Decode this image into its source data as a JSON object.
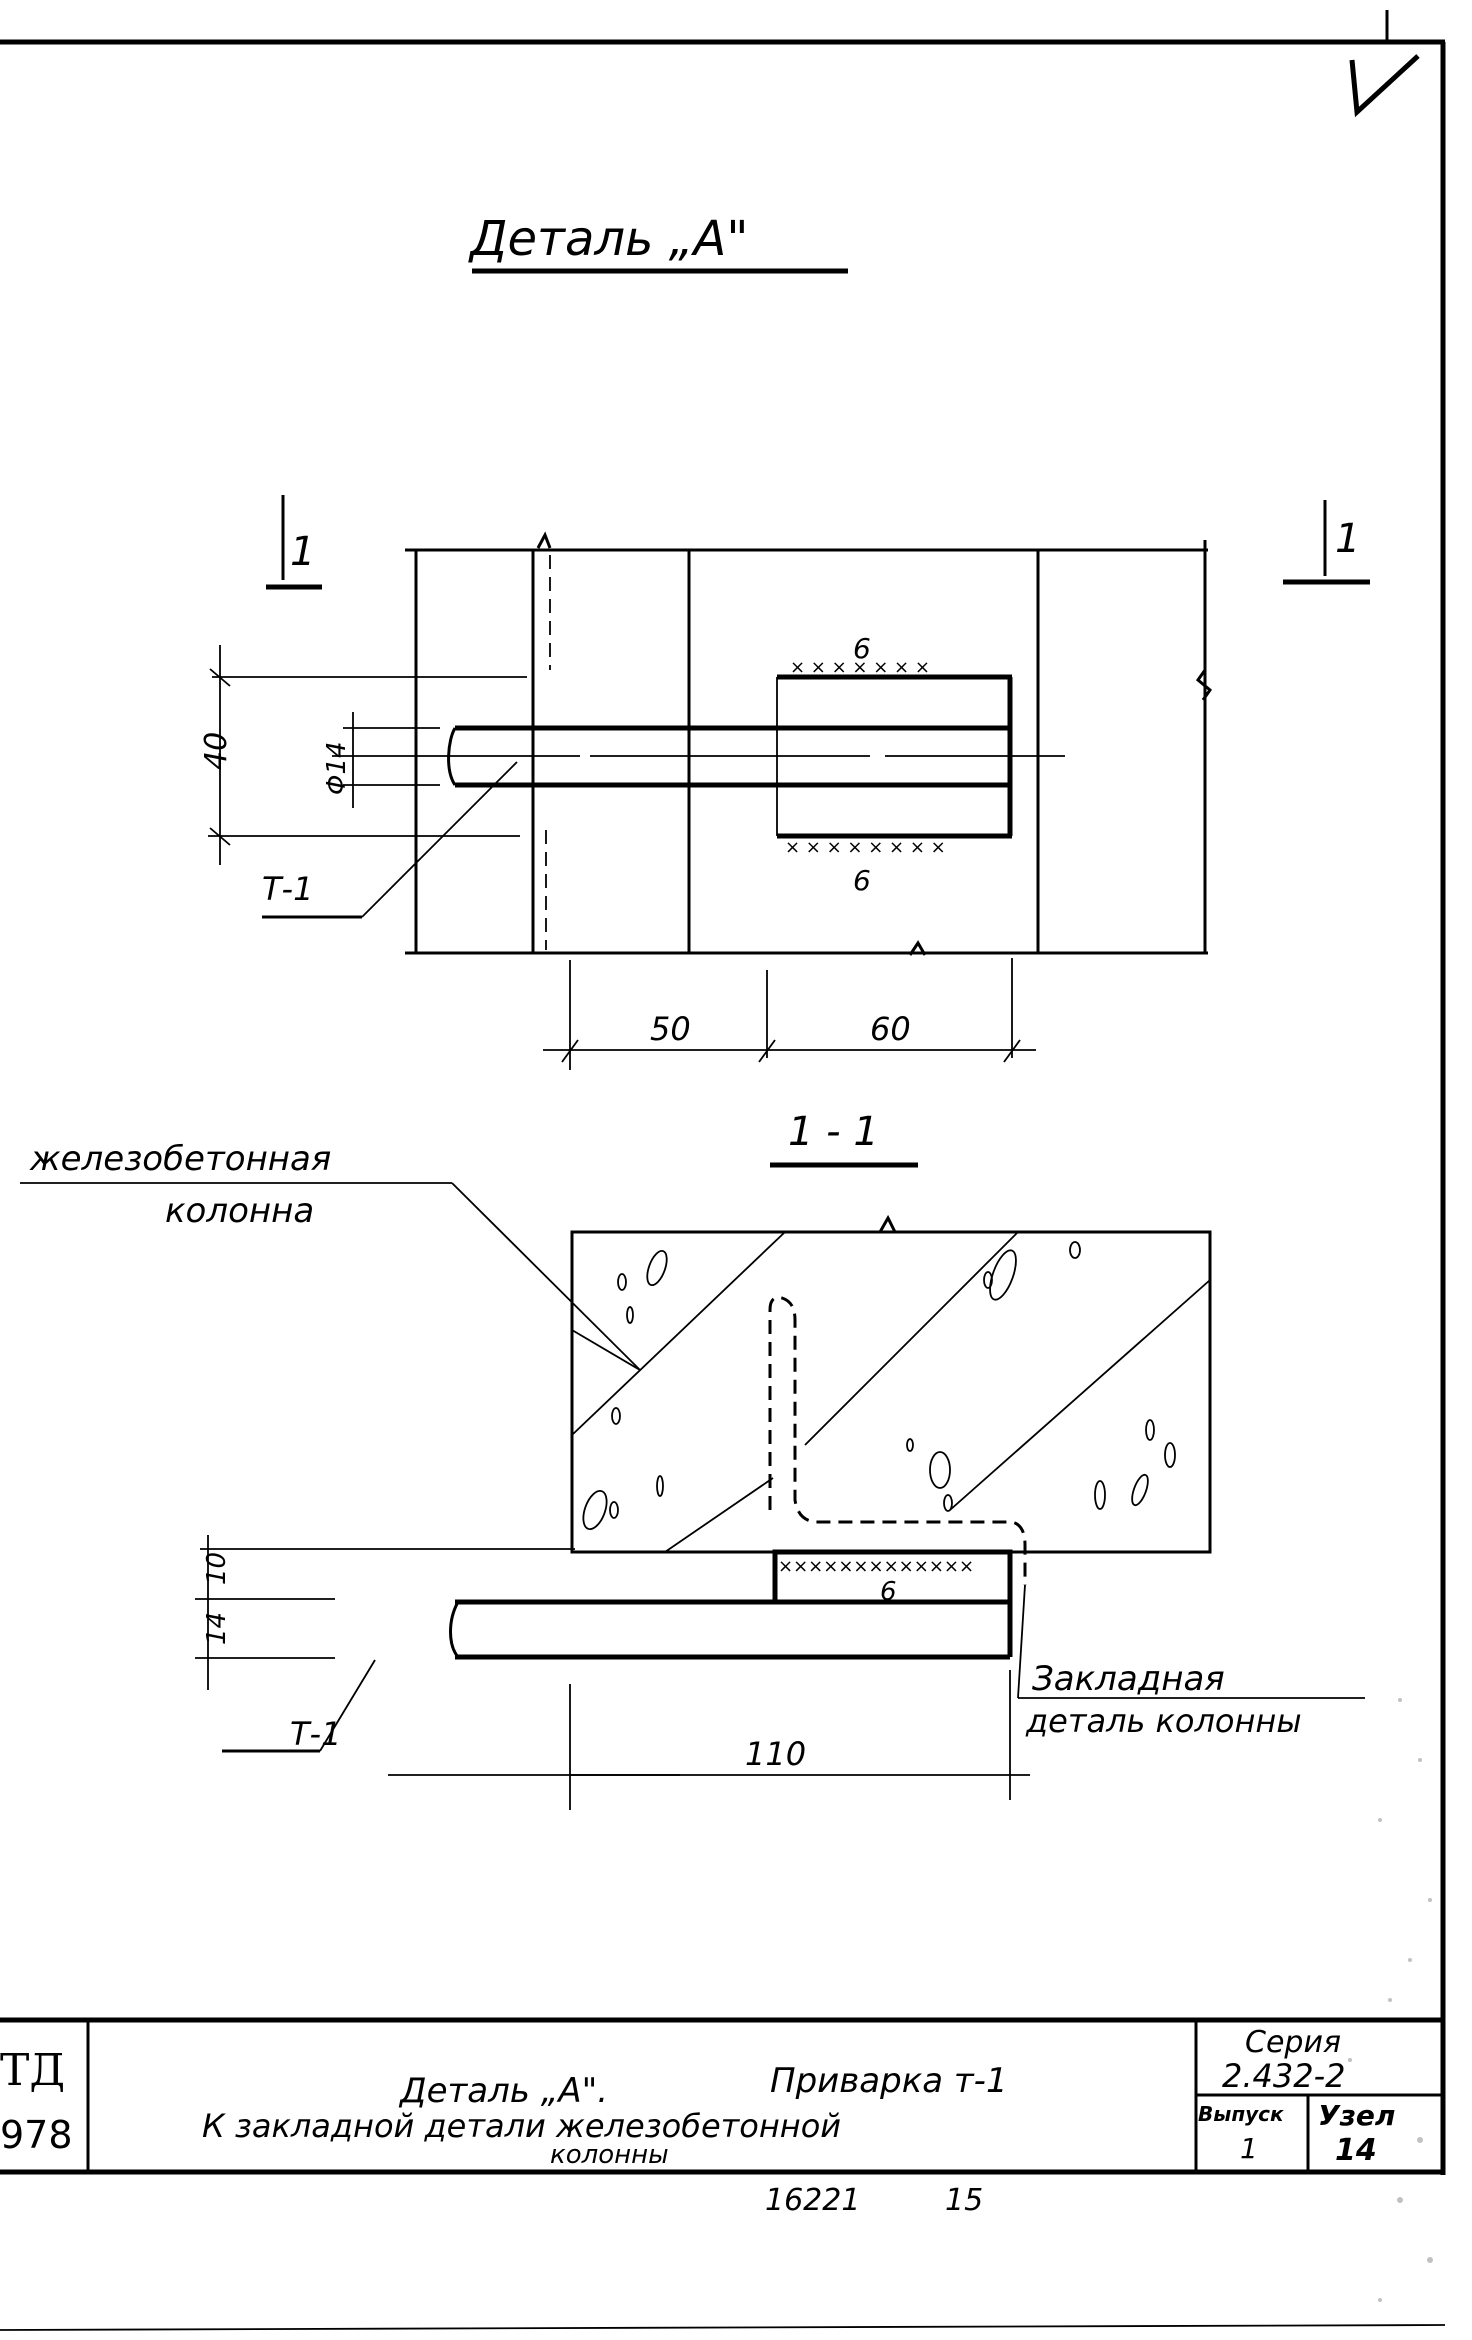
{
  "sheet": {
    "corner_mark": "✓",
    "title": "Деталь „А\"",
    "plan_view": {
      "section_mark_left": "1",
      "section_mark_right": "1",
      "dim_height": "40",
      "dim_diameter": "Φ14",
      "weld_top": "6",
      "weld_bottom": "6",
      "label_member": "Т-1",
      "dim_left": "50",
      "dim_right": "60"
    },
    "section_view": {
      "title": "1 - 1",
      "label_column_line1": "железобетонная",
      "label_column_line2": "колонна",
      "dim_top": "10",
      "dim_bottom": "14",
      "weld": "6",
      "label_member": "Т-1",
      "dim_length": "110",
      "label_embedded_line1": "Закладная",
      "label_embedded_line2": "деталь колонны"
    }
  },
  "title_block": {
    "left_code_top": "ТД",
    "left_code_bottom": "978",
    "description_line1_a": "Деталь „А\".",
    "description_line1_b": "Приварка т-1",
    "description_line2": "К закладной   детали железобетонной",
    "description_line3": "колонны",
    "series_label": "Серия",
    "series_value": "2.432-2",
    "issue_label": "Выпуск",
    "issue_value": "1",
    "node_label": "Узел",
    "node_value": "14"
  },
  "footer": {
    "archive_number": "16221",
    "sheet_number": "15"
  }
}
